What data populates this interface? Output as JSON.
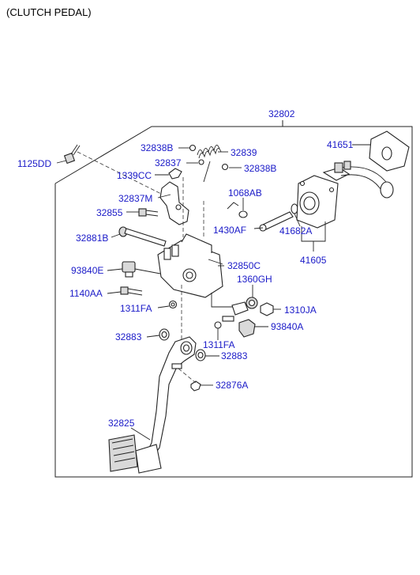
{
  "title": "(CLUTCH PEDAL)",
  "labels": {
    "l32802": "32802",
    "l41651": "41651",
    "l1125DD": "1125DD",
    "l32838B_top": "32838B",
    "l32839": "32839",
    "l32837": "32837",
    "l32838B_mid": "32838B",
    "l1339CC": "1339CC",
    "l32837M": "32837M",
    "l1068AB": "1068AB",
    "l32855": "32855",
    "l1430AF": "1430AF",
    "l41682A": "41682A",
    "l32881B": "32881B",
    "l41605": "41605",
    "l32850C": "32850C",
    "l93840E": "93840E",
    "l1360GH": "1360GH",
    "l1140AA": "1140AA",
    "l1311FA_left": "1311FA",
    "l1310JA": "1310JA",
    "l93840A": "93840A",
    "l32883_left": "32883",
    "l1311FA_right": "1311FA",
    "l32883_right": "32883",
    "l32876A": "32876A",
    "l32825": "32825"
  },
  "colors": {
    "label": "#1a1ac8",
    "line": "#222222",
    "background": "#ffffff"
  }
}
